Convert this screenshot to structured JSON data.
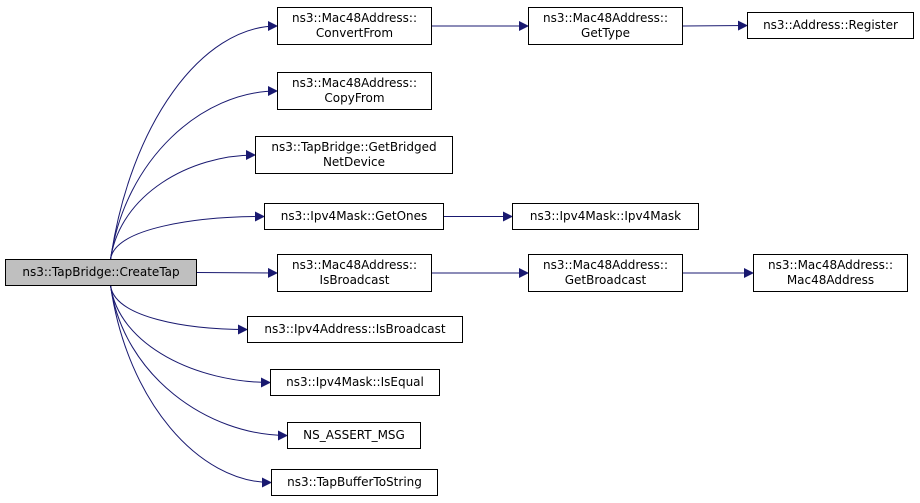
{
  "colors": {
    "edge": "#191970",
    "node_border": "#000000",
    "root_fill": "#bfbfbf",
    "node_fill": "#ffffff"
  },
  "nodes": {
    "create_tap": {
      "lines": [
        "ns3::TapBridge::CreateTap"
      ]
    },
    "convert_from": {
      "lines": [
        "ns3::Mac48Address::",
        "ConvertFrom"
      ]
    },
    "get_type": {
      "lines": [
        "ns3::Mac48Address::",
        "GetType"
      ]
    },
    "address_register": {
      "lines": [
        "ns3::Address::Register"
      ]
    },
    "copy_from": {
      "lines": [
        "ns3::Mac48Address::",
        "CopyFrom"
      ]
    },
    "get_bridged_net_device": {
      "lines": [
        "ns3::TapBridge::GetBridged",
        "NetDevice"
      ]
    },
    "get_ones": {
      "lines": [
        "ns3::Ipv4Mask::GetOnes"
      ]
    },
    "ipv4mask_ctor": {
      "lines": [
        "ns3::Ipv4Mask::Ipv4Mask"
      ]
    },
    "mac_is_broadcast": {
      "lines": [
        "ns3::Mac48Address::",
        "IsBroadcast"
      ]
    },
    "get_broadcast": {
      "lines": [
        "ns3::Mac48Address::",
        "GetBroadcast"
      ]
    },
    "mac48_ctor": {
      "lines": [
        "ns3::Mac48Address::",
        "Mac48Address"
      ]
    },
    "ipv4_is_broadcast": {
      "lines": [
        "ns3::Ipv4Address::IsBroadcast"
      ]
    },
    "is_equal": {
      "lines": [
        "ns3::Ipv4Mask::IsEqual"
      ]
    },
    "ns_assert_msg": {
      "lines": [
        "NS_ASSERT_MSG"
      ]
    },
    "tap_buffer_to_string": {
      "lines": [
        "ns3::TapBufferToString"
      ]
    }
  },
  "edges": [
    [
      "create_tap",
      "convert_from"
    ],
    [
      "create_tap",
      "copy_from"
    ],
    [
      "create_tap",
      "get_bridged_net_device"
    ],
    [
      "create_tap",
      "get_ones"
    ],
    [
      "create_tap",
      "mac_is_broadcast"
    ],
    [
      "create_tap",
      "ipv4_is_broadcast"
    ],
    [
      "create_tap",
      "is_equal"
    ],
    [
      "create_tap",
      "ns_assert_msg"
    ],
    [
      "create_tap",
      "tap_buffer_to_string"
    ],
    [
      "convert_from",
      "get_type"
    ],
    [
      "get_type",
      "address_register"
    ],
    [
      "get_ones",
      "ipv4mask_ctor"
    ],
    [
      "mac_is_broadcast",
      "get_broadcast"
    ],
    [
      "get_broadcast",
      "mac48_ctor"
    ]
  ]
}
